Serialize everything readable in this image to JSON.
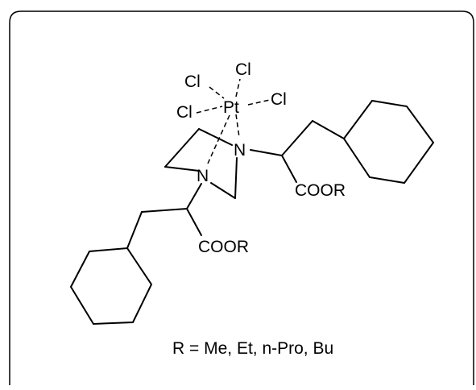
{
  "atoms": {
    "cl_top": "Cl",
    "cl_left_upper": "Cl",
    "cl_left_lower": "Cl",
    "cl_right": "Cl",
    "pt": "Pt",
    "n_upper": "N",
    "n_lower": "N",
    "ester_upper": "COOR",
    "ester_lower": "COOR"
  },
  "caption": "R = Me, Et, n-Pro, Bu",
  "colors": {
    "ink": "#000000",
    "background": "#ffffff"
  }
}
